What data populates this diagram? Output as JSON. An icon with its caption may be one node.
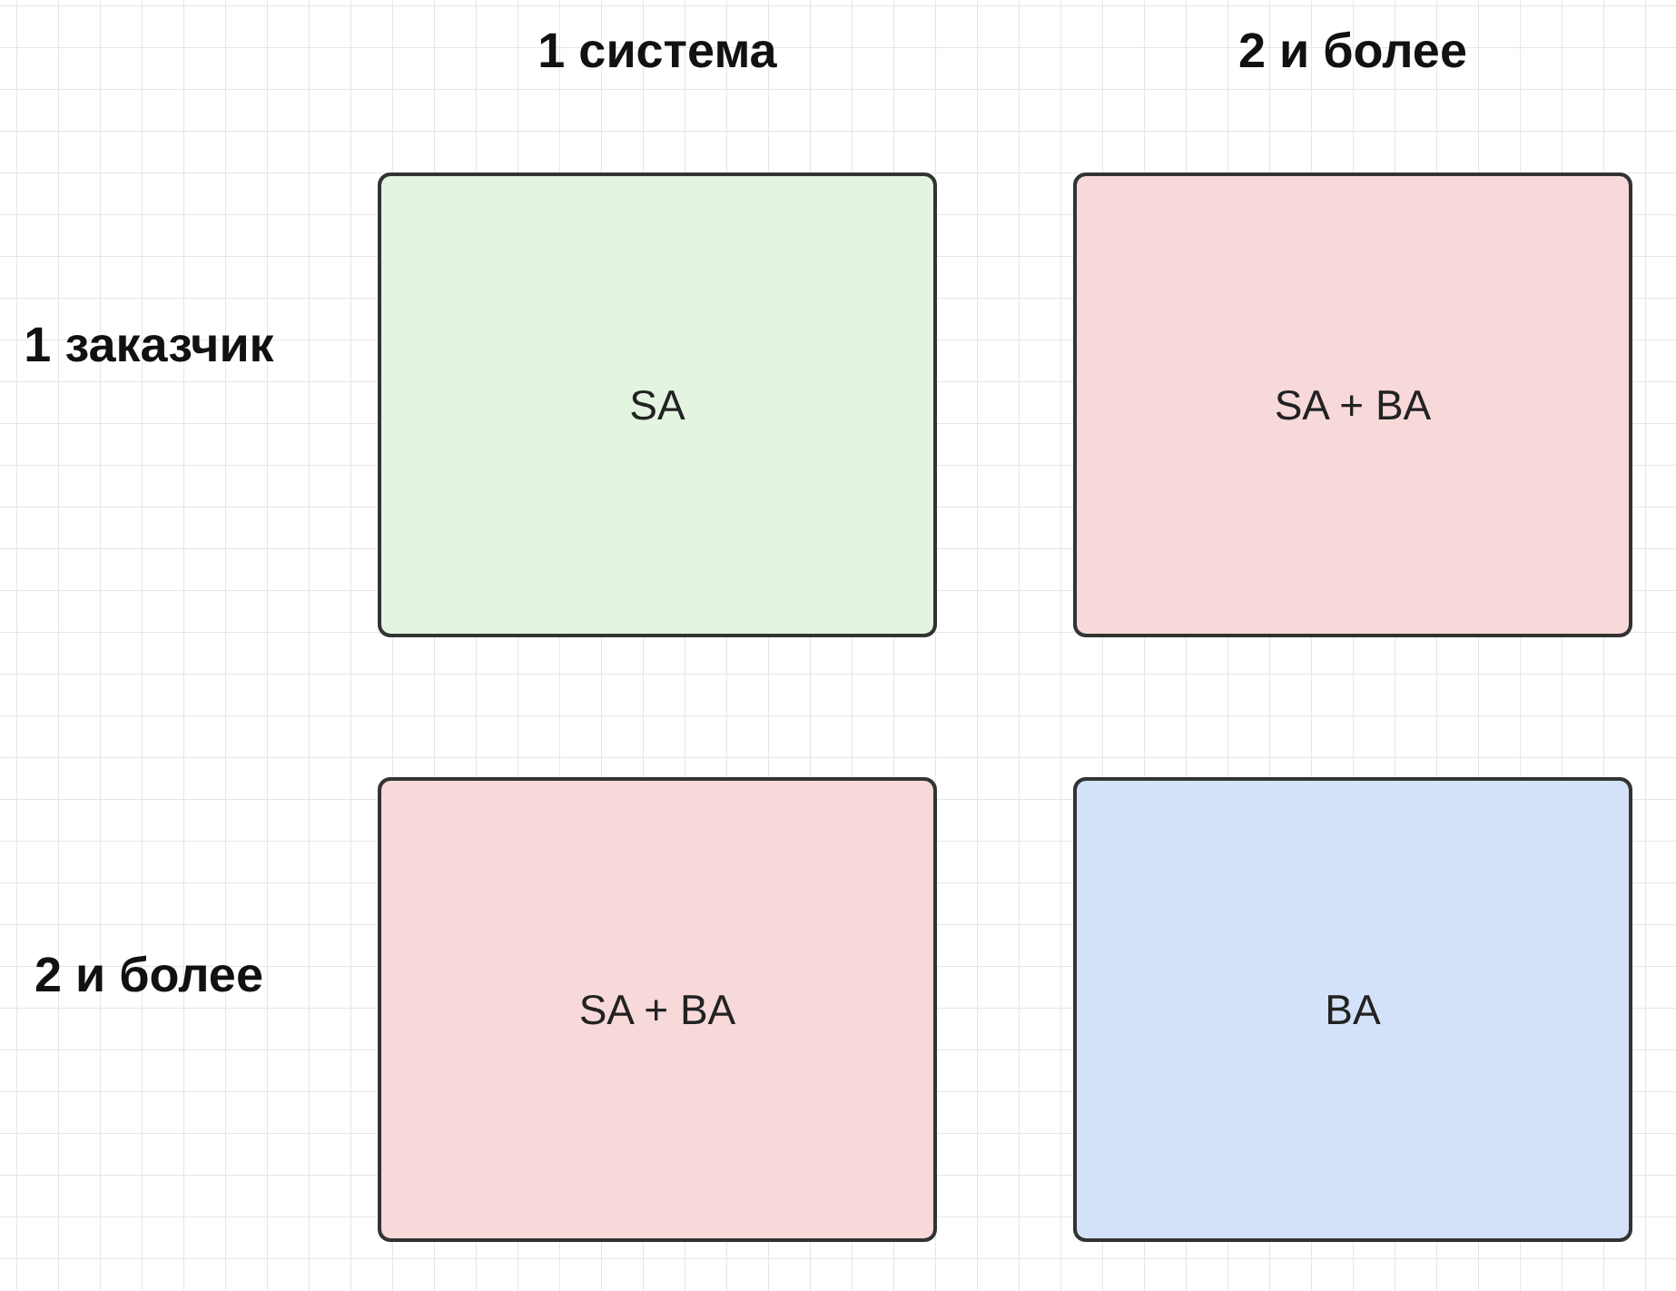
{
  "diagram": {
    "nodes": [
      {
        "text": [
          "SA"
        ]
      },
      {
        "text": [
          "SA + BA"
        ]
      },
      {
        "text": [
          "SA + BA"
        ]
      },
      {
        "text": [
          "BA"
        ]
      }
    ],
    "labels": [
      "1 система",
      "2 и более",
      "1 заказчик",
      "2 и более"
    ]
  }
}
